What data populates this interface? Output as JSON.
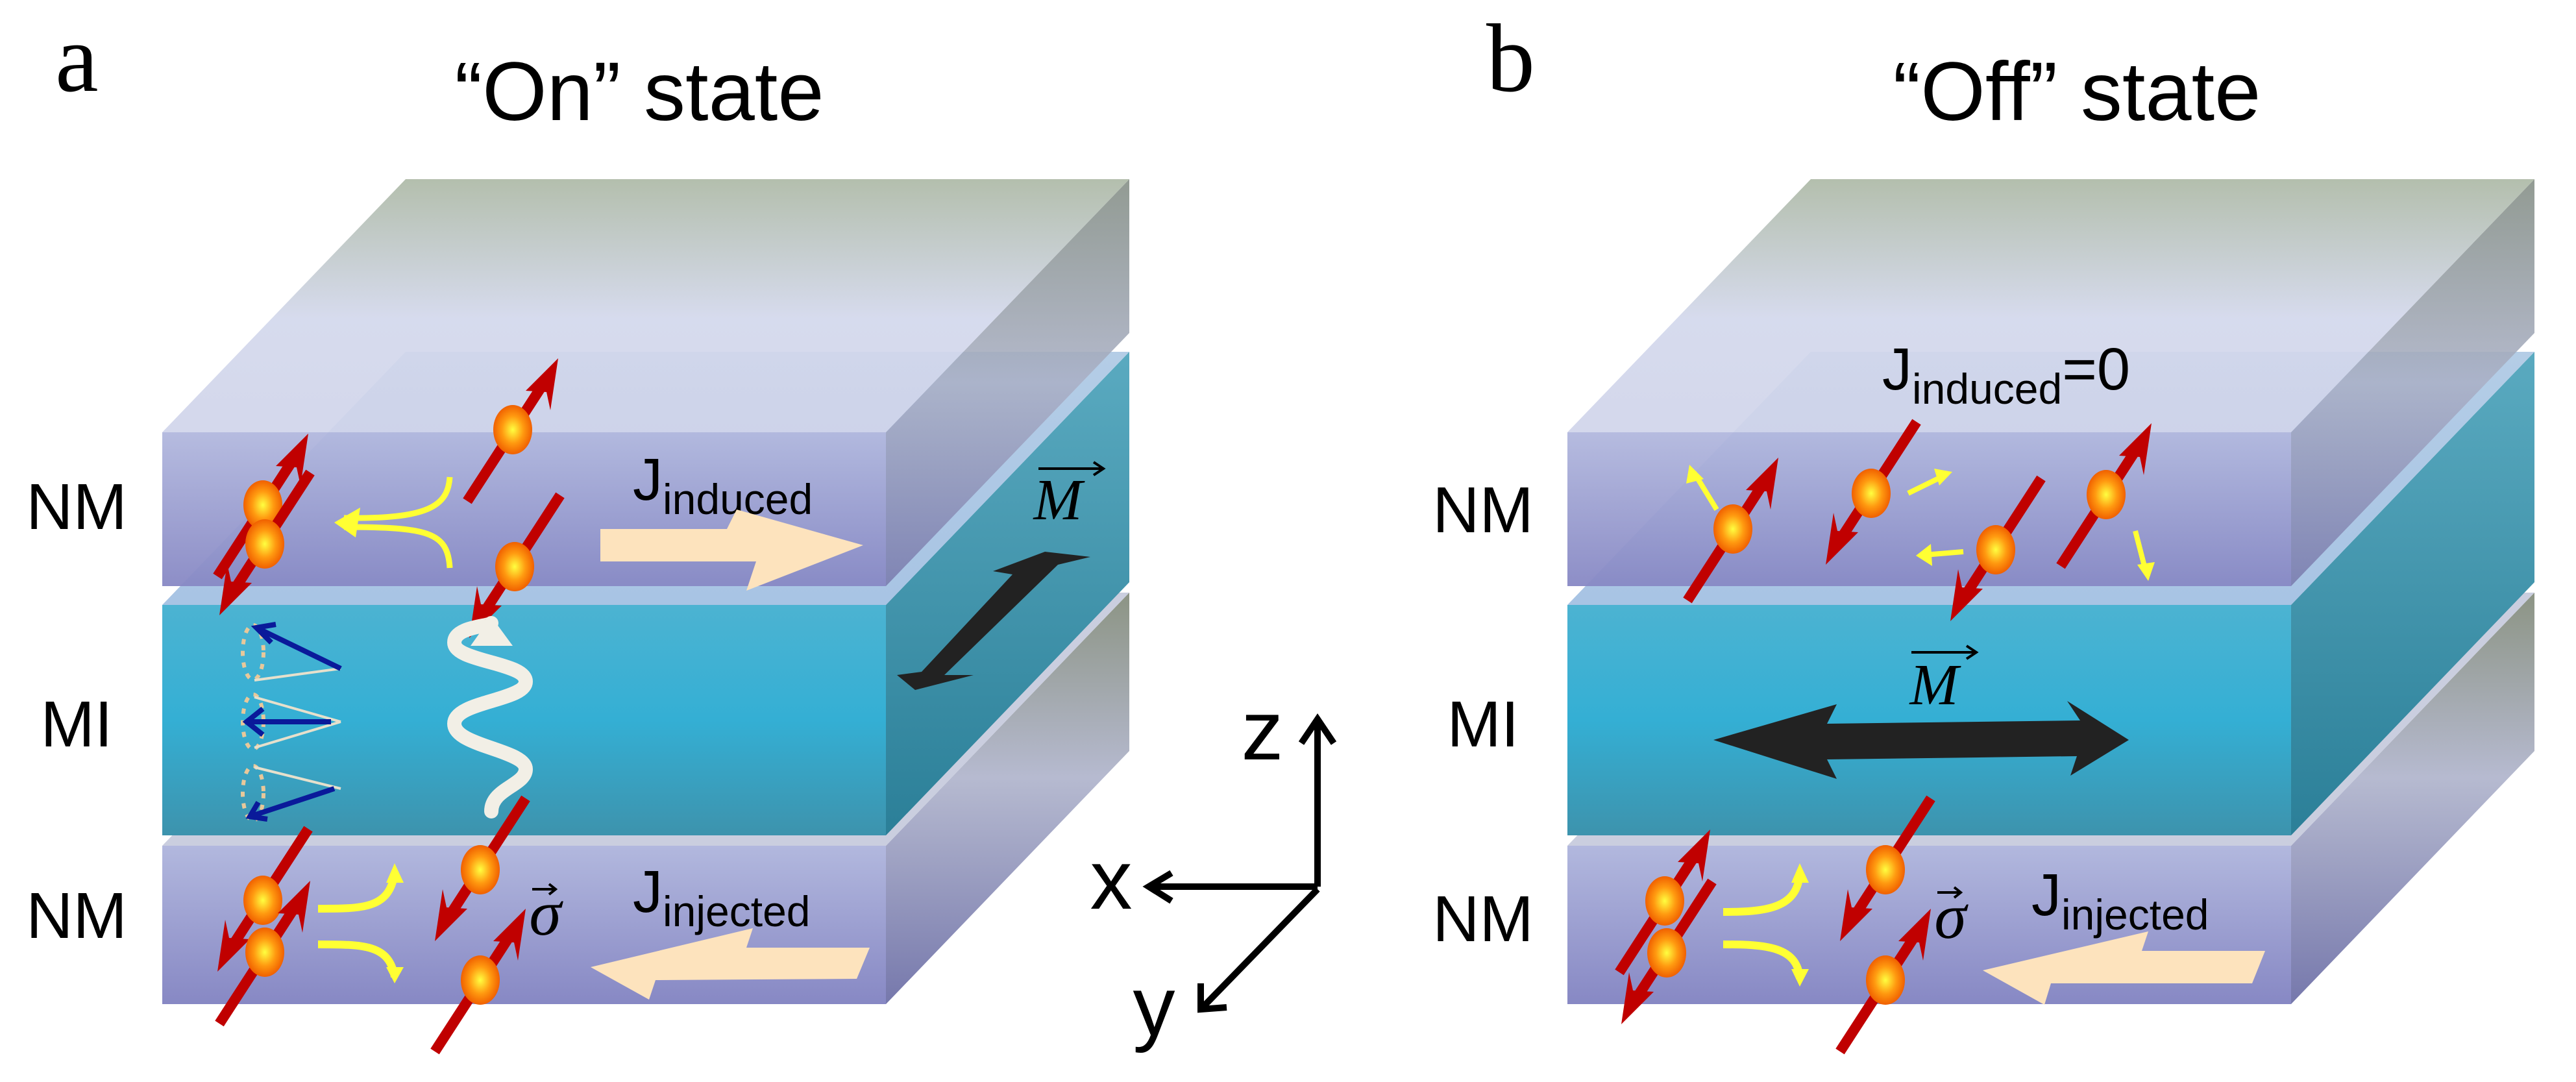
{
  "panels": [
    {
      "letter": "a",
      "title": "“On” state",
      "layer_labels": {
        "top": "NM",
        "middle": "MI",
        "bottom": "NM"
      },
      "induced_current": {
        "J": "J",
        "sub": "induced",
        "suffix": "",
        "direction": "right"
      },
      "injected_current": {
        "J": "J",
        "sub": "injected",
        "direction": "left"
      },
      "magnetization": {
        "symbol": "M",
        "orientation": "along-y"
      },
      "spin_symbol": "σ",
      "magnons": "precessing spin cones with magnon wave"
    },
    {
      "letter": "b",
      "title": "“Off” state",
      "layer_labels": {
        "top": "NM",
        "middle": "MI",
        "bottom": "NM"
      },
      "induced_current": {
        "J": "J",
        "sub": "induced",
        "suffix": "=0",
        "direction": "none"
      },
      "injected_current": {
        "J": "J",
        "sub": "injected",
        "direction": "left"
      },
      "magnetization": {
        "symbol": "M",
        "orientation": "along-x"
      },
      "spin_symbol": "σ"
    }
  ],
  "axes": {
    "z": "z",
    "x": "x",
    "y": "y"
  },
  "colors": {
    "nm_front_top": "#aab2dc",
    "nm_front_bottom": "#8a8cc6",
    "mi_front_top": "#4db2d0",
    "mi_front_bottom": "#3a90a8",
    "spin_arrow": "#c00000",
    "electron": "#ff8c00",
    "flow_arrow": "#ffff33",
    "current_arrow": "#fde3bd",
    "magnetization_arrow": "#222222",
    "cone_arrow": "#0a1a9a",
    "magnon_wave": "#f2efe6"
  }
}
